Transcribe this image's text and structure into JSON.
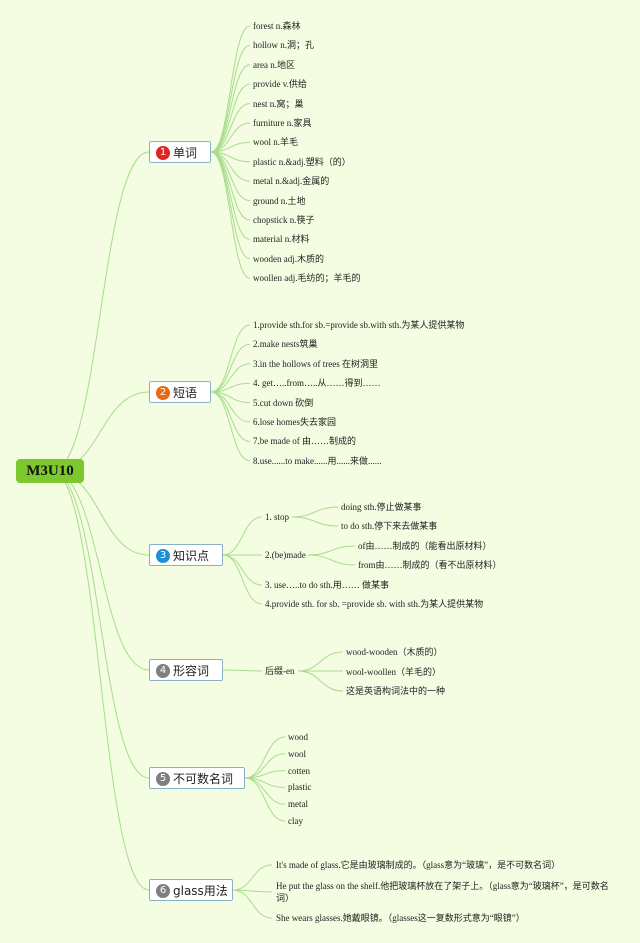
{
  "root": "M3U10",
  "colors": {
    "badge1": "#e02424",
    "badge2": "#ea6a14",
    "badge3": "#1e8fd6",
    "badge_grey": "#7f7f7f",
    "line": "#a6dd8c",
    "root": "#7dc82e"
  },
  "b1": {
    "num": "1",
    "label": "单词",
    "items": [
      "forest n.森林",
      "hollow n.洞；孔",
      "area n.地区",
      "provide v.供给",
      "nest n.窝；巢",
      "furniture n.家具",
      "wool n.羊毛",
      "plastic n.&adj.塑料（的）",
      "metal n.&adj.金属的",
      "ground n.土地",
      "chopstick n.筷子",
      "material n.材料",
      "wooden adj.木质的",
      "woollen adj.毛纺的；羊毛的"
    ]
  },
  "b2": {
    "num": "2",
    "label": "短语",
    "items": [
      "1.provide sth.for sb.=provide sb.with sth.为某人提供某物",
      "2.make nests筑巢",
      "3.in the hollows of trees 在树洞里",
      "4. get…..from…..从……得到……",
      "5.cut down 砍倒",
      "6.lose homes失去家园",
      "7.be made of 由……制成的",
      "8.use......to make......用......来做......"
    ]
  },
  "b3": {
    "num": "3",
    "label": "知识点",
    "stop": "1. stop",
    "stop_items": [
      "doing sth.停止做某事",
      "to do sth.停下来去做某事"
    ],
    "made": "2.(be)made",
    "made_items": [
      "of由……制成的（能看出原材料）",
      "from由……制成的（看不出原材料）"
    ],
    "use": "3. use…..to do sth.用…… 做某事",
    "provide": "4.provide sth. for sb. =provide sb. with sth.为某人提供某物"
  },
  "b4": {
    "num": "4",
    "label": "形容词",
    "suffix": "后缀-en",
    "items": [
      "wood-wooden（木质的）",
      "wool-woollen（羊毛的）",
      "这是英语构词法中的一种"
    ]
  },
  "b5": {
    "num": "5",
    "label": "不可数名词",
    "items": [
      "wood",
      "wool",
      "cotten",
      "plastic",
      "metal",
      "clay"
    ]
  },
  "b6": {
    "num": "6",
    "label": "glass用法",
    "items": [
      "It's made of glass.它是由玻璃制成的。（glass意为“玻璃”，是不可数名词）",
      "He put the glass on the shelf.他把玻璃杯放在了架子上。（glass意为“玻璃杯”，是可数名词）",
      "She wears glasses.她戴眼镜。（glasses这一复数形式意为“眼镜”）"
    ]
  }
}
